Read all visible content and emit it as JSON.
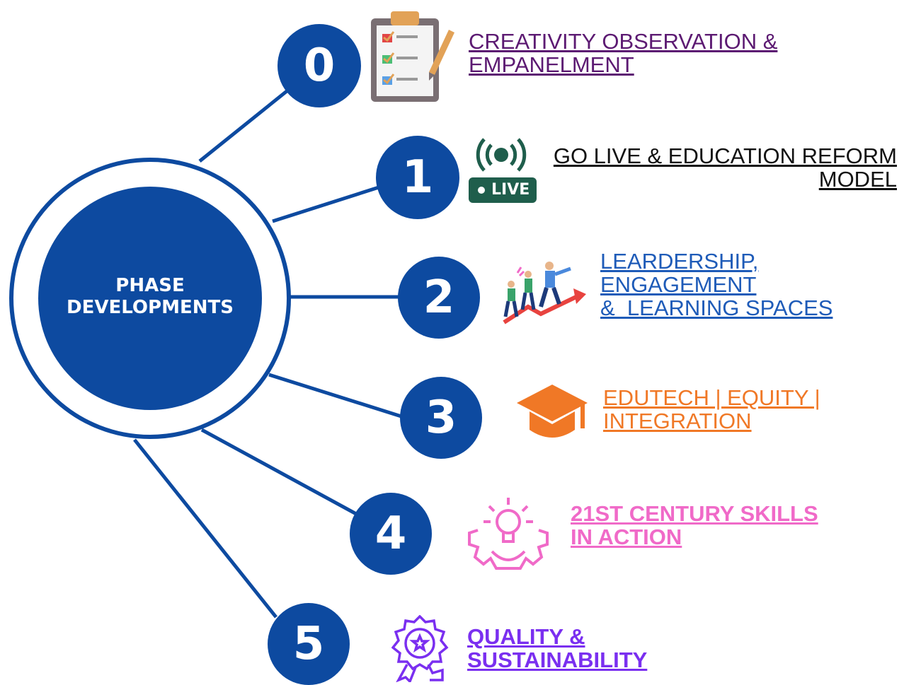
{
  "center": {
    "line1": "PHASE",
    "line2": "DEVELOPMENTS",
    "color": "#0d4aa0"
  },
  "phases": [
    {
      "number": "0",
      "label": "CREATIVITY OBSERVATION &\nEMPANELMENT",
      "color": "#5c1a72",
      "icon": "clipboard-checklist-icon"
    },
    {
      "number": "1",
      "label": "GO LIVE  & EDUCATION REFORM\nMODEL",
      "color": "#111111",
      "icon": "live-broadcast-icon"
    },
    {
      "number": "2",
      "label": "LEARDERSHIP,\nENGAGEMENT\n&  LEARNING SPACES",
      "color": "#1e5bb8",
      "icon": "team-growth-icon"
    },
    {
      "number": "3",
      "label": "EDUTECH | EQUITY |\nINTEGRATION",
      "color": "#f07826",
      "icon": "graduation-cap-icon"
    },
    {
      "number": "4",
      "label": "21ST CENTURY SKILLS\nIN ACTION",
      "color": "#f06ac8",
      "icon": "idea-gear-icon"
    },
    {
      "number": "5",
      "label": "QUALITY &\nSUSTAINABILITY",
      "color": "#7a2ff0",
      "icon": "quality-badge-icon"
    }
  ],
  "live_badge_text": "LIVE"
}
